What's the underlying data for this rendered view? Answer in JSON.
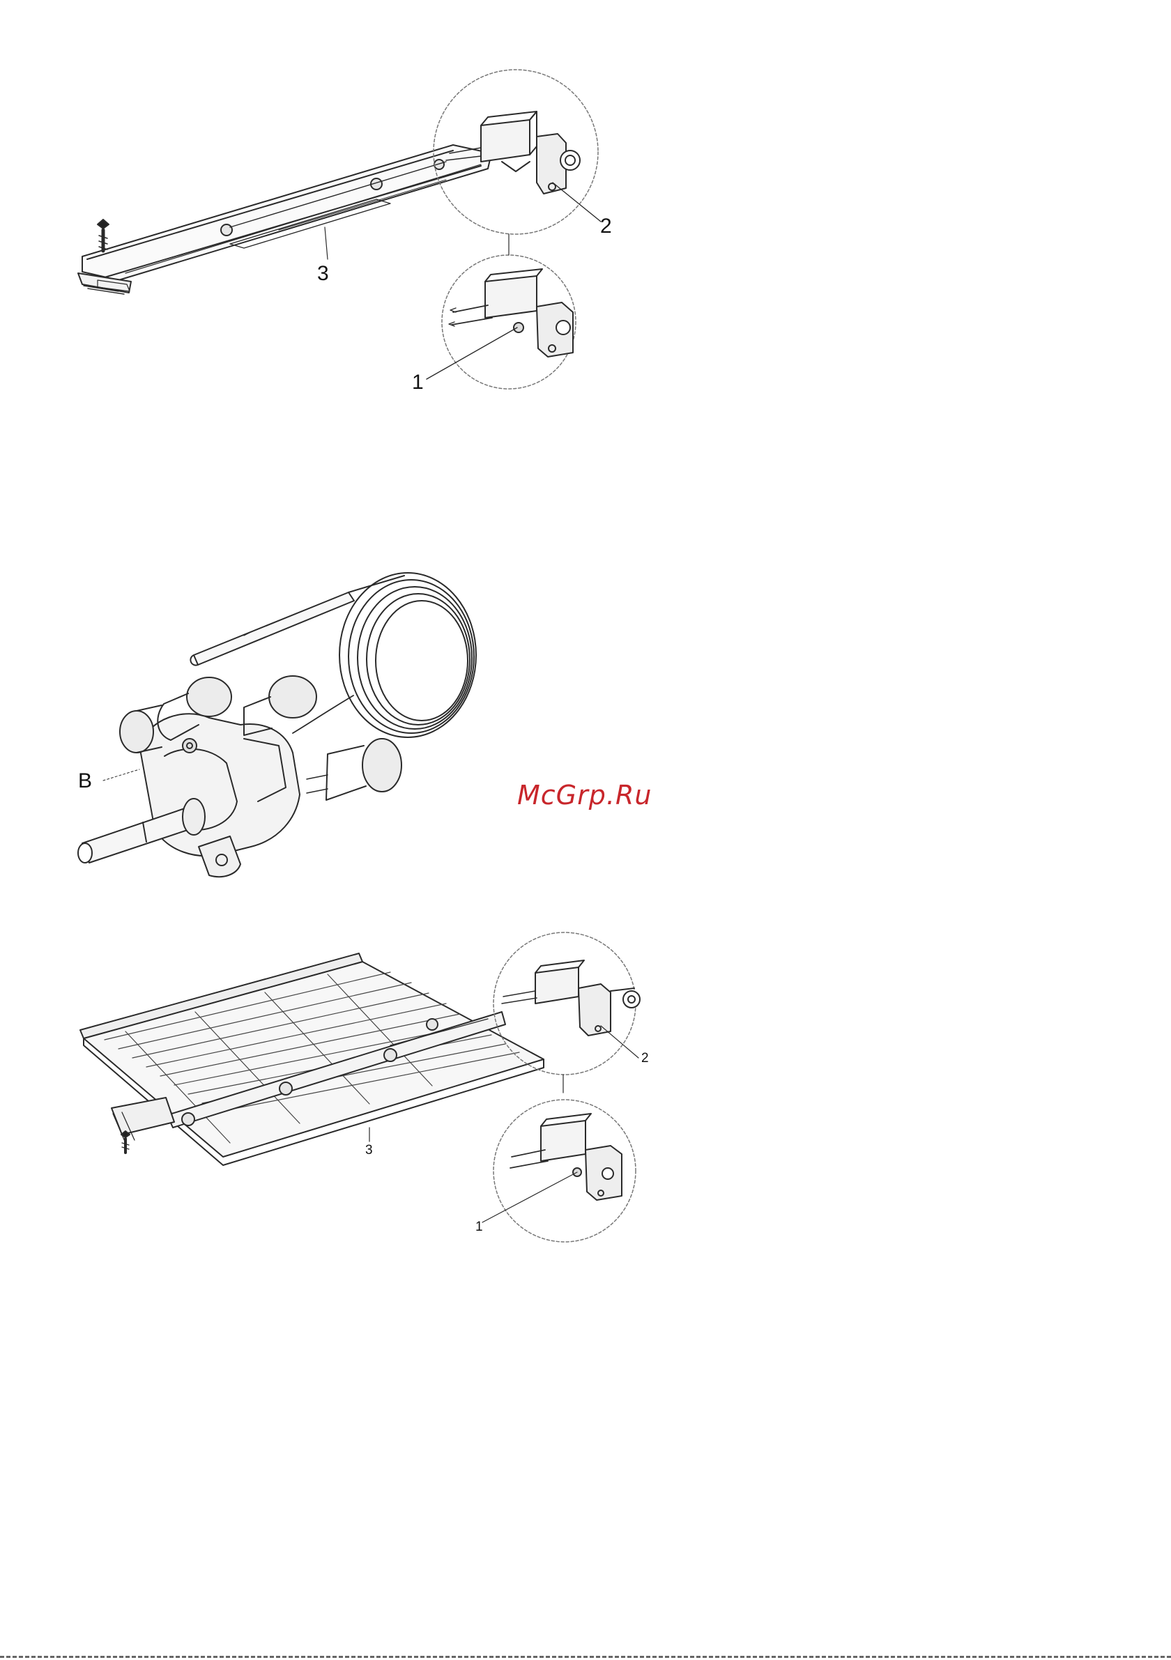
{
  "callouts": {
    "fig1": {
      "c1": "1",
      "c2": "2",
      "c3": "3"
    },
    "fig2": {
      "b": "B"
    },
    "fig3": {
      "c1": "1",
      "c2": "2",
      "c3": "3"
    }
  },
  "watermark": "McGrp.Ru",
  "colors": {
    "ink": "#2a2a2a",
    "watermark": "#c8262b",
    "callout_circle": "#777777"
  }
}
